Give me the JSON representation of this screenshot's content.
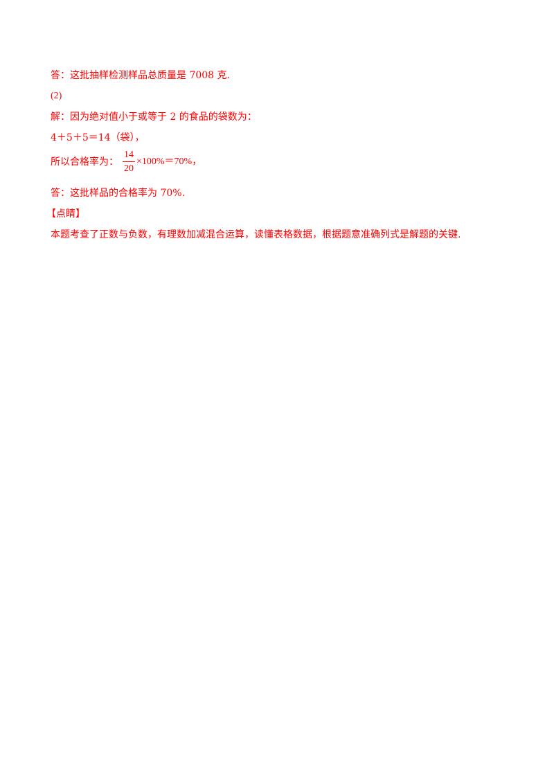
{
  "lines": {
    "answer1": "答：这批抽样检测样品总质量是 7008 克.",
    "part2": "(2)",
    "solution_intro": "解：因为绝对值小于或等于 2 的食品的袋数为：",
    "sum_line": "4＋5＋5＝14（袋），",
    "rate_prefix": "所以合格率为：",
    "fraction_numerator": "14",
    "fraction_denominator": "20",
    "rate_suffix": "×100%＝70%，",
    "answer2": "答：这批样品的合格率为 70%.",
    "comment_heading": "【点睛】",
    "comment_body": "本题考查了正数与负数，有理数加减混合运算，读懂表格数据，根据题意准确列式是解题的关键."
  },
  "colors": {
    "text": "#ff0000",
    "background": "#ffffff"
  }
}
